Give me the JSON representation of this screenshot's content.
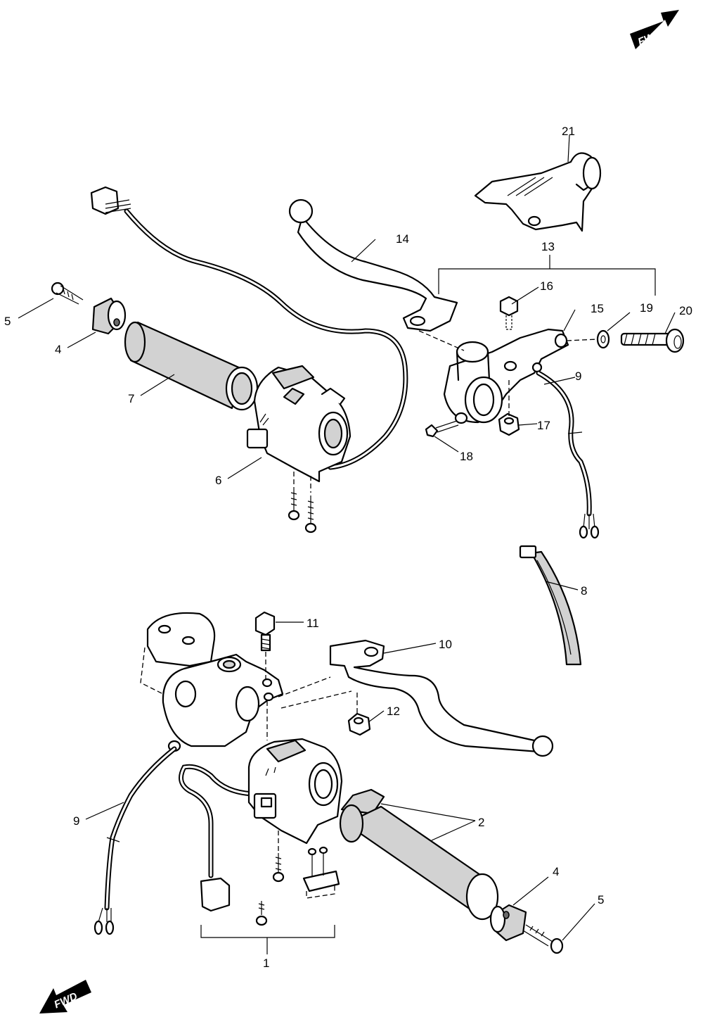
{
  "fwd_label": "FWD",
  "callouts": {
    "c1": "1",
    "c2": "2",
    "c4_top": "4",
    "c4_bot": "4",
    "c5_top": "5",
    "c5_bot": "5",
    "c6": "6",
    "c7": "7",
    "c8": "8",
    "c9_top": "9",
    "c9_bot": "9",
    "c10": "10",
    "c11": "11",
    "c12": "12",
    "c13": "13",
    "c14": "14",
    "c15": "15",
    "c16": "16",
    "c17": "17",
    "c18": "18",
    "c19": "19",
    "c20": "20",
    "c21": "21"
  },
  "colors": {
    "line": "#000000",
    "part_fill": "#d2d2d2",
    "fwd_fill": "#000000"
  }
}
